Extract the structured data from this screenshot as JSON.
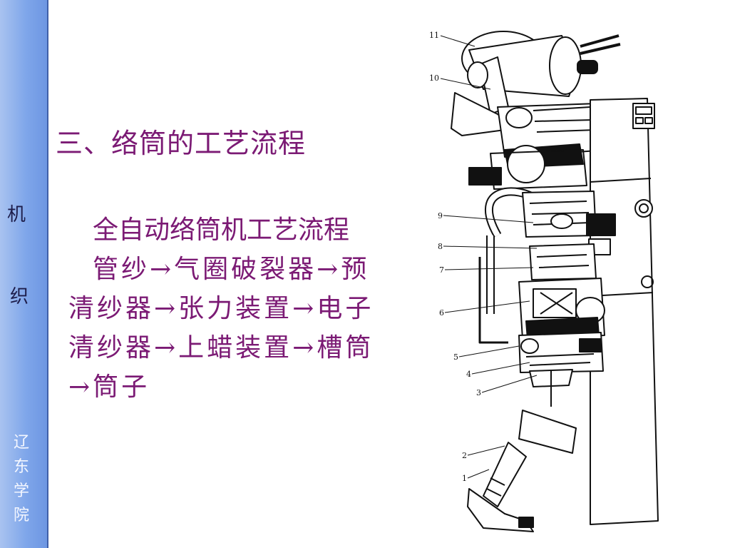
{
  "sidebar": {
    "char_ji": "机",
    "char_zhi": "织",
    "school_chars": [
      "辽",
      "东",
      "学",
      "院"
    ]
  },
  "slide": {
    "title": "三、络筒的工艺流程",
    "para1": "全自动络筒机工艺流程",
    "para2": "管纱→气圈破裂器→预清纱器→张力装置→电子清纱器→上蜡装置→槽筒→筒子"
  },
  "figure": {
    "callouts": [
      "11",
      "10",
      "9",
      "8",
      "7",
      "6",
      "5",
      "4",
      "3",
      "2",
      "1"
    ]
  }
}
